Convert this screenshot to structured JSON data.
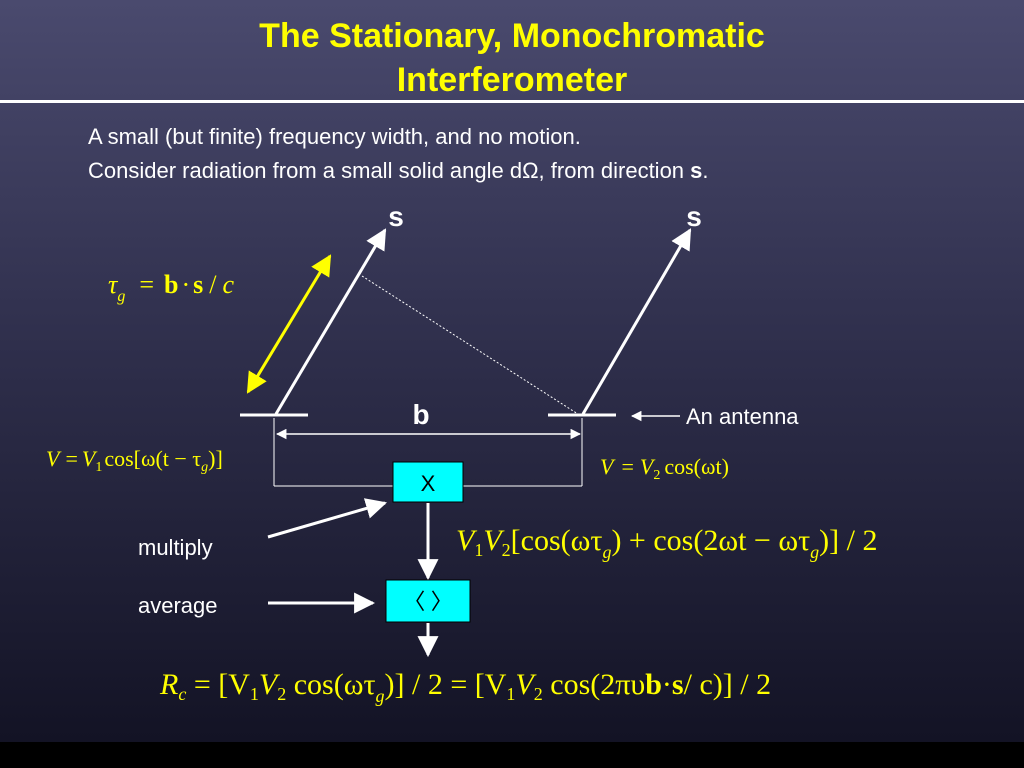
{
  "title": {
    "line1": "The Stationary, Monochromatic",
    "line2": "Interferometer"
  },
  "intro": {
    "line1": "A small (but finite) frequency width, and no motion.",
    "line2_prefix": "Consider radiation from a small solid angle dΩ, from direction ",
    "line2_bold": "s",
    "line2_suffix": "."
  },
  "diagram": {
    "source_dir_left": "s",
    "source_dir_right": "s",
    "baseline_label": "b",
    "antenna_label": "An antenna",
    "multiply_box": "X",
    "average_box": "〈 〉",
    "multiply_label": "multiply",
    "average_label": "average",
    "eq_delay": {
      "tau": "τ",
      "sub": "g",
      "rhs_b": "b",
      "dot": "·",
      "rhs_s": "s",
      "slash": "/",
      "c": "c",
      "eq": "="
    },
    "eq_v1": {
      "lhs": "V",
      "eq": "=",
      "v": "V",
      "sub": "1",
      "body": "cos[ω(t − τ",
      "sub2": "g",
      "tail": ")]"
    },
    "eq_v2": {
      "lhs": "V",
      "eq": "=",
      "v": "V",
      "sub": "2",
      "body": "cos(ωt)"
    },
    "eq_product": {
      "v1": "V",
      "s1": "1",
      "v2": "V",
      "s2": "2",
      "a": "[cos(ωτ",
      "ag": "g",
      "b": ") + cos(2ωt − ωτ",
      "bg": "g",
      "c": ")] / 2"
    },
    "eq_result": {
      "r": "R",
      "rs": "c",
      "p1": " = [V",
      "p1s": "1",
      "p2": "V",
      "p2s": "2",
      "p3": " cos(ωτ",
      "p3s": "g",
      "p4": ")] / 2 = [V",
      "p4s": "1",
      "p5": "V",
      "p5s": "2",
      "p6": " cos(2πυ",
      "b": "b",
      "dot": "·",
      "s": "s",
      "p7": "/ c)] / 2"
    }
  },
  "colors": {
    "title": "#ffff00",
    "equations": "#ffff00",
    "text": "#ffffff",
    "box_fill": "#00ffff",
    "arrow_yellow": "#ffff00"
  }
}
